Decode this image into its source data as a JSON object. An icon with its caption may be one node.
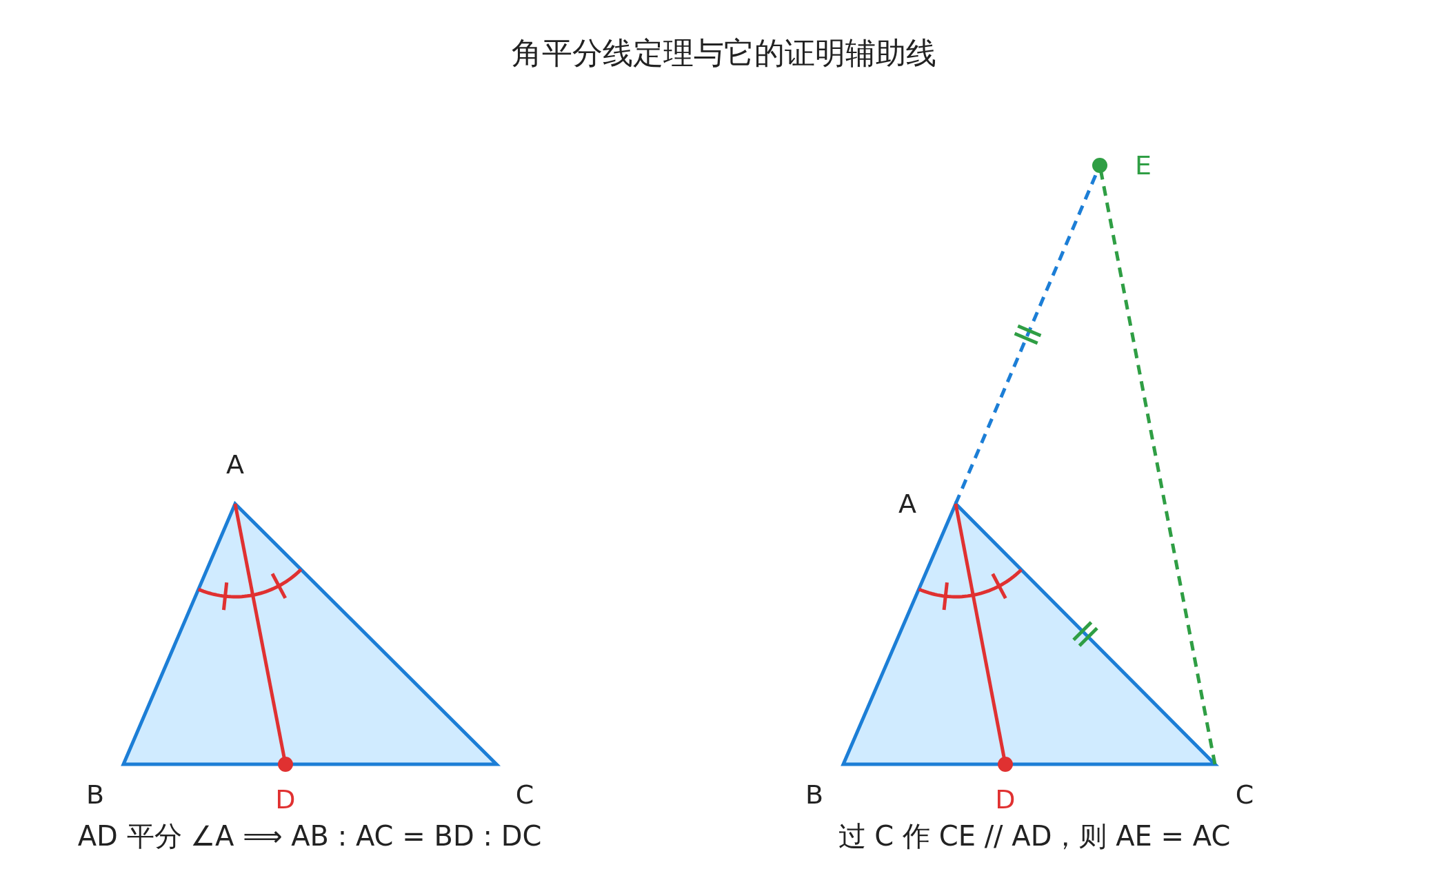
{
  "diagram": {
    "title": "角平分线定理与它的证明辅助线",
    "labels": [
      "A",
      "B",
      "D",
      "C",
      "AD 平分 ∠A ⟹ AB : AC = BD : DC",
      "E",
      "A",
      "B",
      "D",
      "C",
      "过 C 作 CE // AD，则 AE = AC"
    ]
  }
}
